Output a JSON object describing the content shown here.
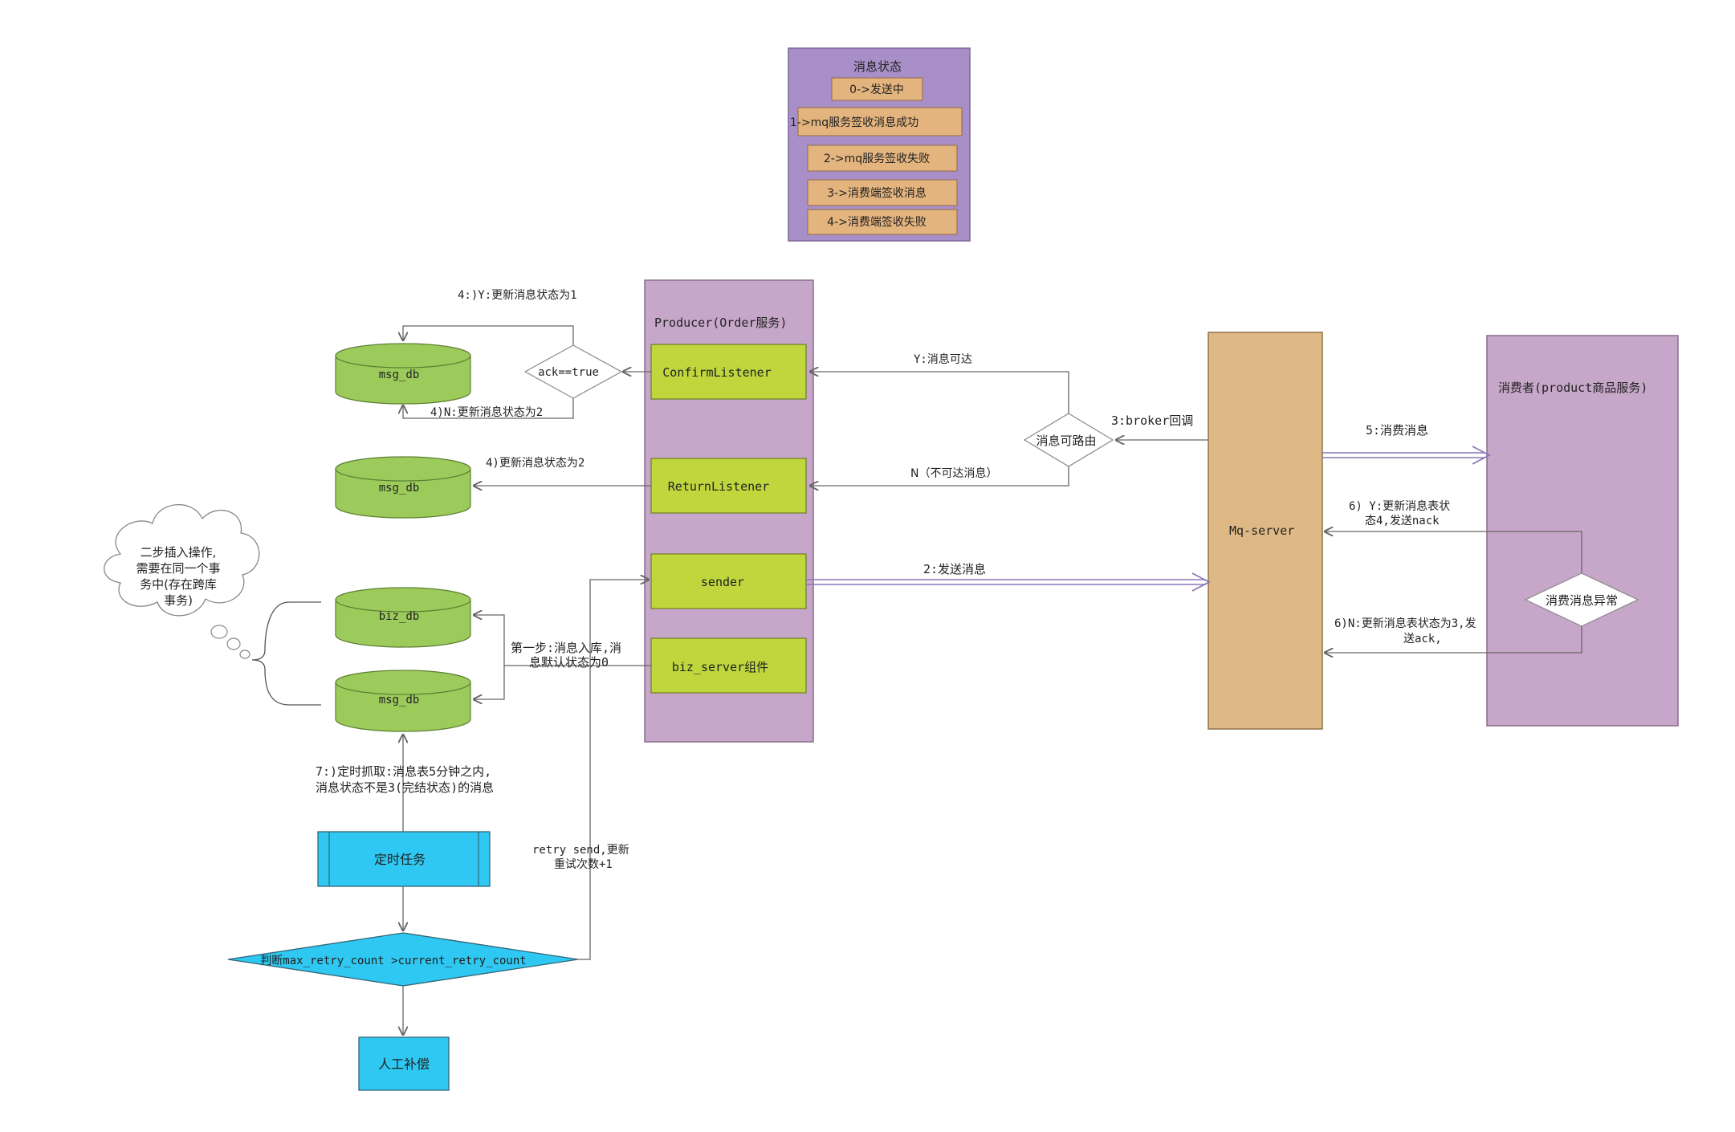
{
  "colors": {
    "legend_bg": "#a98fc8",
    "legend_item": "#e4b47e",
    "producer_bg": "#c7a7c9",
    "listener_green": "#bfd63c",
    "db_green": "#9ccb5b",
    "mq_server": "#dfb985",
    "consumer_bg": "#c7a7c9",
    "task_cyan": "#2ec8f2",
    "line_gray": "#7a7a7a"
  },
  "legend": {
    "title": "消息状态",
    "items": [
      "0->发送中",
      "1->mq服务签收消息成功",
      "2->mq服务签收失败",
      "3->消费端签收消息",
      "4->消费端签收失败"
    ]
  },
  "producer": {
    "title": "Producer(Order服务)",
    "confirm_listener": "ConfirmListener",
    "return_listener": "ReturnListener",
    "sender": "sender",
    "biz_server": "biz_server组件"
  },
  "dbs": {
    "msg_db_top": "msg_db",
    "msg_db_mid": "msg_db",
    "biz_db": "biz_db",
    "msg_db_bottom": "msg_db"
  },
  "decisions": {
    "ack": "ack==true",
    "routable": "消息可路由",
    "consume_error": "消费消息异常",
    "retry_check": "判断max_retry_count >current_retry_count"
  },
  "mq_server": {
    "label": "Mq-server"
  },
  "consumer": {
    "title": "消费者(product商品服务)"
  },
  "cloud": {
    "lines": [
      "二步插入操作,",
      "需要在同一个事",
      "务中(存在跨库",
      "事务)"
    ]
  },
  "tasks": {
    "timer": "定时任务",
    "manual": "人工补偿"
  },
  "labels": {
    "ack_yes": "4:)Y:更新消息状态为1",
    "ack_no": "4)N:更新消息状态为2",
    "return_update": "4)更新消息状态为2",
    "routable_yes": "Y:消息可达",
    "routable_no": "N（不可达消息）",
    "broker_callback": "3:broker回调",
    "send_msg": "2:发送消息",
    "consume_msg": "5:消费消息",
    "consumer_yes": [
      "6) Y:更新消息表状",
      "态4,发送nack"
    ],
    "consumer_no": [
      "6)N:更新消息表状态为3,发",
      "送ack,"
    ],
    "step1": [
      "第一步:消息入库,消",
      "息默认状态为0"
    ],
    "timer_grab": [
      "7:)定时抓取:消息表5分钟之内,",
      "消息状态不是3(完结状态)的消息"
    ],
    "retry_send": [
      "retry send,更新",
      "重试次数+1"
    ]
  }
}
